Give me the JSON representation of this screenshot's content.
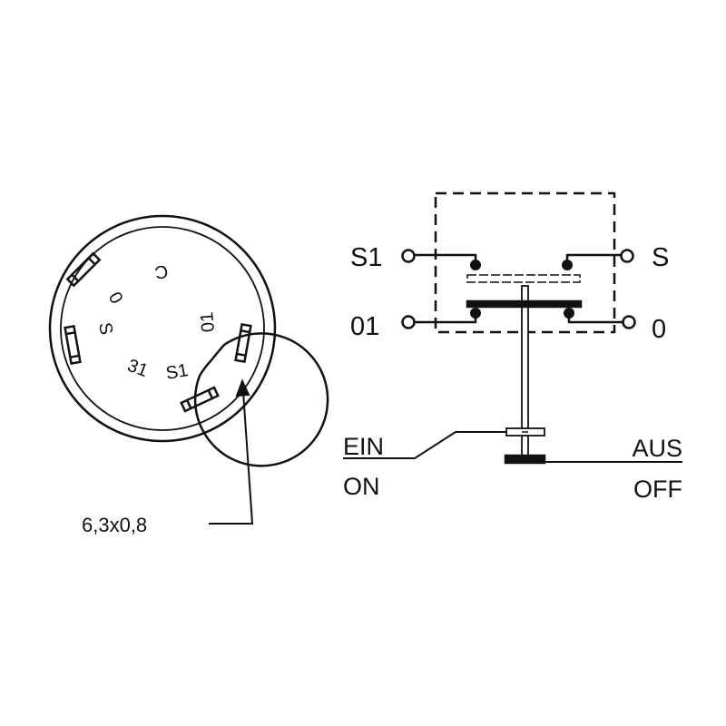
{
  "connector_view": {
    "pin_labels": {
      "c": "C",
      "zero": "0",
      "s": "S",
      "thirty_one": "31",
      "s1": "S1",
      "zero_one": "01"
    },
    "terminal_size_label": "6,3x0,8"
  },
  "switch_schematic": {
    "terminals": {
      "s1": "S1",
      "s": "S",
      "zero_one": "01",
      "zero": "0"
    },
    "positions": {
      "ein": "EIN",
      "on": "ON",
      "aus": "AUS",
      "off": "OFF"
    }
  },
  "colors": {
    "ink": "#111111",
    "background": "#ffffff"
  }
}
